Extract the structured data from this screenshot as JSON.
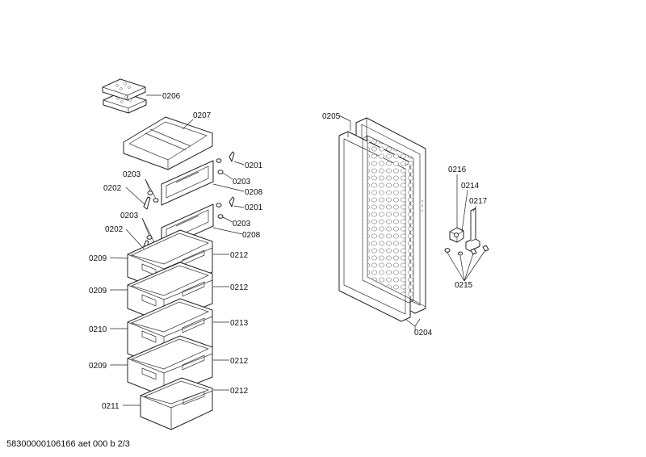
{
  "document_id": "58300000106166 aet 000 b 2/3",
  "labels": {
    "l0206": "0206",
    "l0207": "0207",
    "l0201a": "0201",
    "l0203a": "0203",
    "l0208a": "0208",
    "l0203b": "0203",
    "l0202a": "0202",
    "l0201b": "0201",
    "l0203c": "0203",
    "l0203d": "0203",
    "l0208b": "0208",
    "l0202b": "0202",
    "l0209a": "0209",
    "l0212a": "0212",
    "l0209b": "0209",
    "l0212b": "0212",
    "l0210": "0210",
    "l0213": "0213",
    "l0209c": "0209",
    "l0212c": "0212",
    "l0211": "0211",
    "l0212d": "0212",
    "l0205": "0205",
    "l0204": "0204",
    "l0216": "0216",
    "l0214": "0214",
    "l0217": "0217",
    "l0215": "0215"
  }
}
